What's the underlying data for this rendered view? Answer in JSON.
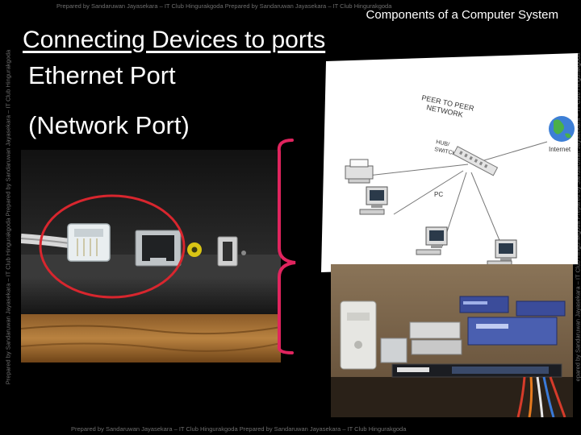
{
  "watermarks": {
    "top": "Prepared by Sandaruwan Jayasekara – IT Club Hingurakgoda Prepared by Sandaruwan Jayasekara – IT Club Hingurakgoda",
    "bottom": "Prepared by Sandaruwan Jayasekara – IT Club Hingurakgoda Prepared by Sandaruwan Jayasekara – IT Club Hingurakgoda",
    "left": "Prepared by Sandaruwan Jayasekara – IT Club Hingurakgoda Prepared by Sandaruwan Jayasekara – IT Club Hingurakgoda",
    "right": "epared by Sandaruwan Jayasekara – IT Club Hingurakgoda Prepared by Sandaruwan Jayasekara – IT Club Hingurakgoda"
  },
  "header": "Components of a Computer System",
  "title": "Connecting Devices to ports",
  "bullets": [
    "Ethernet Port",
    "(Network Port)"
  ],
  "diagram": {
    "caption_line1": "PEER TO PEER",
    "caption_line2": "NETWORK",
    "hub_line1": "HUB/",
    "hub_line2": "SWITCH",
    "internet": "Internet",
    "pc": "PC"
  },
  "colors": {
    "background": "#000000",
    "text": "#ffffff",
    "watermark": "#6f6f6f",
    "highlight_circle": "#d8262e",
    "brace": "#e0245e"
  }
}
